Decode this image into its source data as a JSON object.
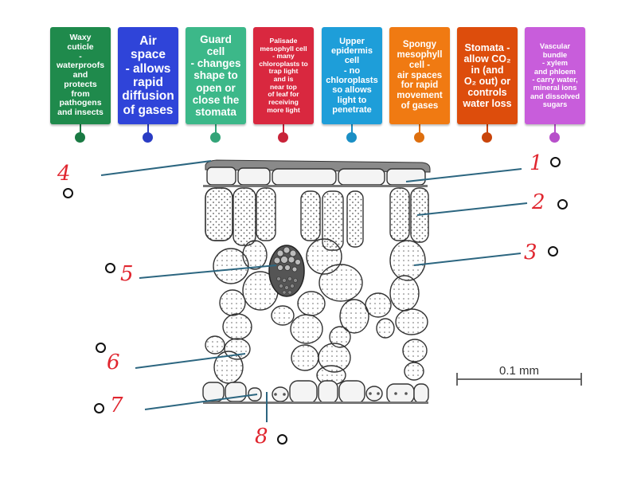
{
  "cards": [
    {
      "id": "waxy-cuticle",
      "text": "Waxy\ncuticle\n-\nwaterproofs\nand\nprotects\nfrom\npathogens\nand insects",
      "color": "#1f8a4c",
      "dot": "#1a7a43",
      "size": 10.5
    },
    {
      "id": "air-space",
      "text": "Air\nspace\n- allows\nrapid\ndiffusion\nof gases",
      "color": "#2f44d9",
      "dot": "#2a3cc4",
      "size": 15.5
    },
    {
      "id": "guard-cell",
      "text": "Guard\ncell\n- changes\nshape to\nopen or\nclose the\nstomata",
      "color": "#3cb889",
      "dot": "#33a478",
      "size": 13.5
    },
    {
      "id": "palisade",
      "text": "Palisade\nmesophyll cell\n- many\nchloroplasts to\ntrap light\nand is\nnear top\nof leaf for\nreceiving\nmore light",
      "color": "#d9283f",
      "dot": "#c92339",
      "size": 8.6
    },
    {
      "id": "upper-epidermis",
      "text": "Upper\nepidermis\ncell\n- no\nchloroplasts\nso allows\nlight to\npenetrate",
      "color": "#1e9ed9",
      "dot": "#1a8fc5",
      "size": 11
    },
    {
      "id": "spongy",
      "text": "Spongy\nmesophyll\ncell -\nair spaces\nfor rapid\nmovement\nof gases",
      "color": "#f07a12",
      "dot": "#de6f0e",
      "size": 11.5
    },
    {
      "id": "stomata",
      "text": "Stomata -\nallow CO₂\nin (and\nO₂ out) or\ncontrols\nwater loss",
      "color": "#dd4d0c",
      "dot": "#c9440a",
      "size": 12.5
    },
    {
      "id": "vascular",
      "text": "Vascular\nbundle\n- xylem\nand phloem\n- carry water,\nmineral ions\nand dissolved\nsugars",
      "color": "#c85ddb",
      "dot": "#b74fca",
      "size": 9.3
    }
  ],
  "labels": [
    "1",
    "2",
    "3",
    "4",
    "5",
    "6",
    "7",
    "8"
  ],
  "scale_bar": "0.1 mm"
}
